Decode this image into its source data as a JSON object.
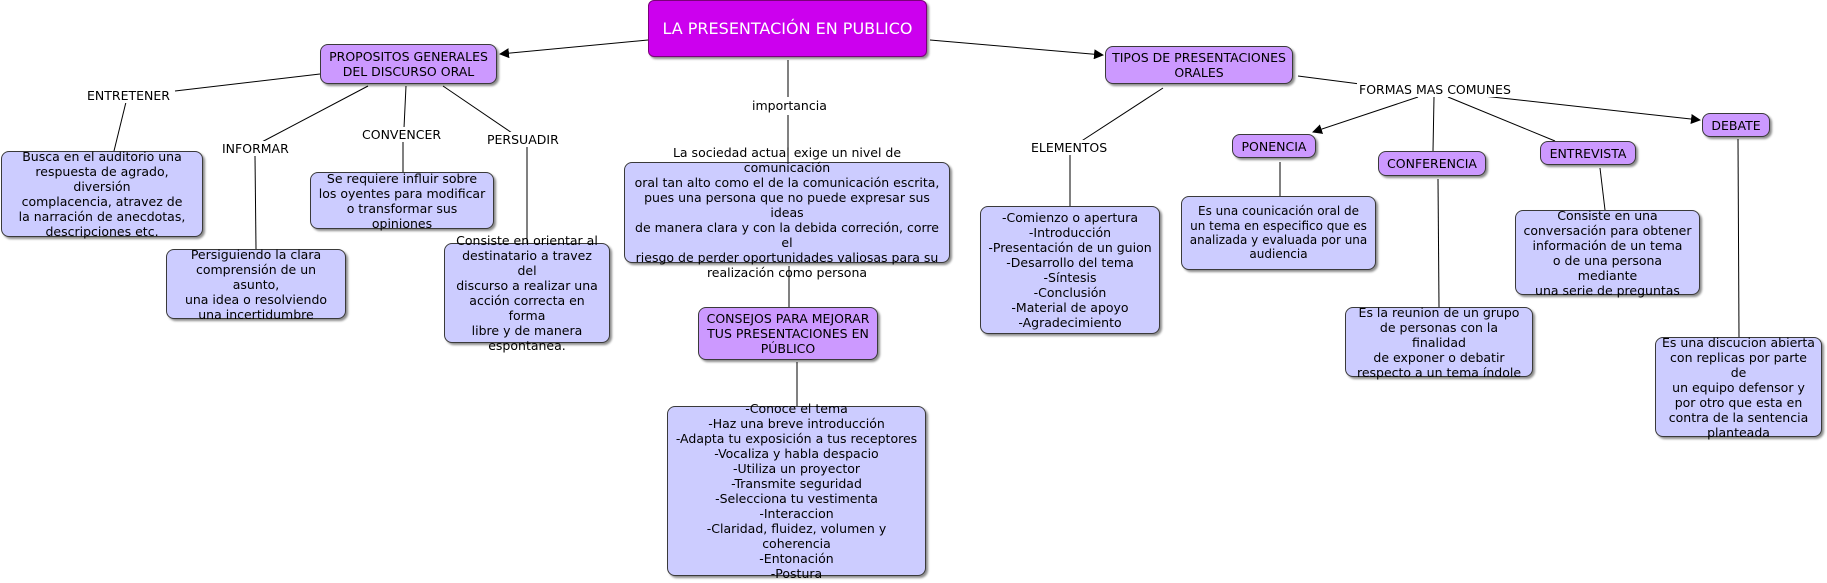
{
  "title": "LA PRESENTACIÓN EN PUBLICO",
  "left": {
    "header": "PROPOSITOS GENERALES\nDEL DISCURSO ORAL",
    "entretener": {
      "label": "ENTRETENER",
      "text": "Busca en el auditorio una\nrespuesta de agrado, diversión\ncomplacencia, atravez de\nla narración de anecdotas,\ndescripciones etc."
    },
    "informar": {
      "label": "INFORMAR",
      "text": "Persiguiendo la clara\ncomprensión de un asunto,\nuna idea o resolviendo\nuna incertidumbre"
    },
    "convencer": {
      "label": "CONVENCER",
      "text": "Se requiere influir sobre\nlos oyentes para modificar\no transformar sus opiniones"
    },
    "persuadir": {
      "label": "PERSUADIR",
      "text": "Consiste en orientar al\ndestinatario a travez del\ndiscurso a realizar una\nacción correcta en forma\nlibre y de manera\nespontanea."
    }
  },
  "center": {
    "label": "importancia",
    "importancia_text": "La sociedad actual exige un nivel de comunicación\noral tan alto como el de la comunicación escrita,\npues una persona que no puede expresar sus ideas\nde manera clara y con la debida correción, corre el\nriesgo de perder oportunidades valiosas para su\nrealización como persona",
    "consejos_header": "CONSEJOS PARA MEJORAR\nTUS PRESENTACIONES EN\nPÚBLICO",
    "consejos_text": "-Conoce el tema\n-Haz una breve introducción\n-Adapta tu exposición a tus receptores\n-Vocaliza y habla despacio\n-Utiliza un proyector\n-Transmite seguridad\n-Selecciona tu vestimenta\n-Interaccion\n-Claridad, fluidez, volumen y coherencia\n-Entonación\n-Postura"
  },
  "right": {
    "header": "TIPOS DE PRESENTACIONES\nORALES",
    "elementos": {
      "label": "ELEMENTOS",
      "text": "-Comienzo o apertura\n-Introducción\n-Presentación de un guion\n-Desarrollo del tema\n-Síntesis\n-Conclusión\n-Material de apoyo\n-Agradecimiento"
    },
    "formas_label": "FORMAS MAS COMUNES",
    "ponencia": {
      "header": "PONENCIA",
      "text": "Es una counicación oral de\nun tema en especifico que es\nanalizada y evaluada por una\naudiencia"
    },
    "conferencia": {
      "header": "CONFERENCIA",
      "text": "Es la reunion de un grupo\nde personas con la finalidad\nde exponer o debatir\nrespecto a un tema índole"
    },
    "entrevista": {
      "header": "ENTREVISTA",
      "text": "Consiste en una\nconversación para obtener\ninformación de un tema\no de una persona mediante\nuna serie de preguntas"
    },
    "debate": {
      "header": "DEBATE",
      "text": "Es una discucion abierta\ncon replicas por parte de\nun equipo defensor y\npor otro que esta en\ncontra de la sentencia\nplanteada"
    }
  },
  "colors": {
    "main": "#cc00ee",
    "header": "#cc99ff",
    "body": "#ccccff",
    "line": "#000000"
  }
}
